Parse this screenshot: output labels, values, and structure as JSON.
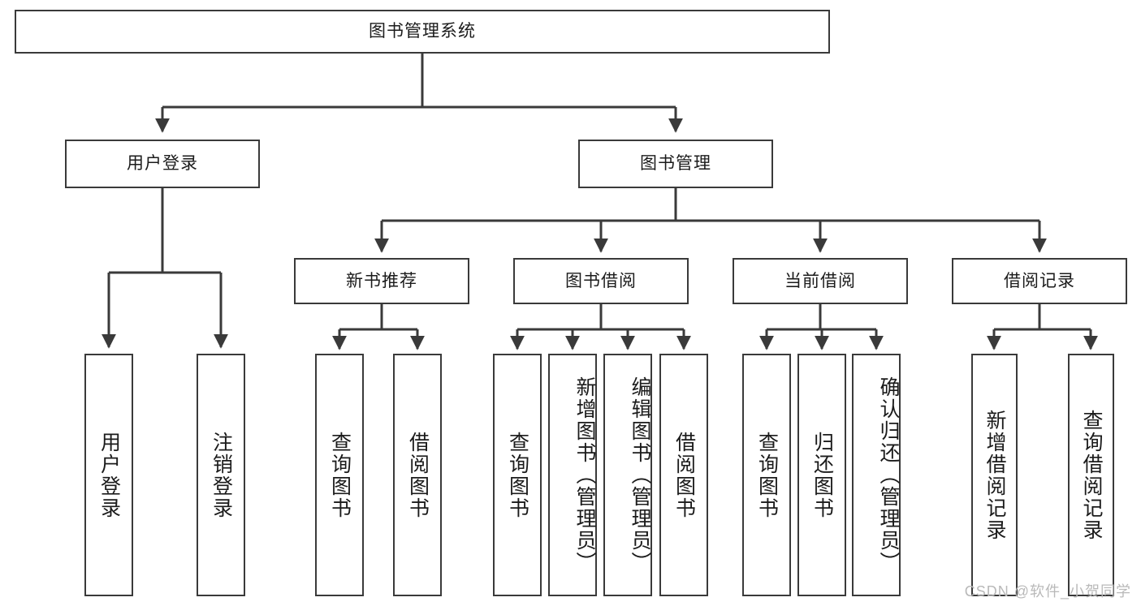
{
  "diagram": {
    "title": "图书管理系统",
    "type": "tree-hierarchy-diagram",
    "colors": {
      "box_border": "#3a3a3a",
      "box_fill": "#ffffff",
      "connector": "#3a3a3a",
      "text": "#1b1b1b",
      "watermark": "#b9b9b9"
    },
    "root": {
      "label": "图书管理系统"
    },
    "level2": [
      {
        "label": "用户登录"
      },
      {
        "label": "图书管理"
      }
    ],
    "level3": [
      {
        "label": "新书推荐"
      },
      {
        "label": "图书借阅"
      },
      {
        "label": "当前借阅"
      },
      {
        "label": "借阅记录"
      }
    ],
    "leaves": {
      "user_login": [
        {
          "label": "用户登录"
        },
        {
          "label": "注销登录"
        }
      ],
      "new_book_recommend": [
        {
          "label": "查询图书"
        },
        {
          "label": "借阅图书"
        }
      ],
      "book_borrow": [
        {
          "label": "查询图书"
        },
        {
          "label": "新增图书（管理员）"
        },
        {
          "label": "编辑图书（管理员）"
        },
        {
          "label": "借阅图书"
        }
      ],
      "current_borrow": [
        {
          "label": "查询图书"
        },
        {
          "label": "归还图书"
        },
        {
          "label": "确认归还（管理员）"
        }
      ],
      "borrow_record": [
        {
          "label": "新增借阅记录"
        },
        {
          "label": "查询借阅记录"
        }
      ]
    },
    "watermark": "CSDN @软件_小贺同学"
  }
}
